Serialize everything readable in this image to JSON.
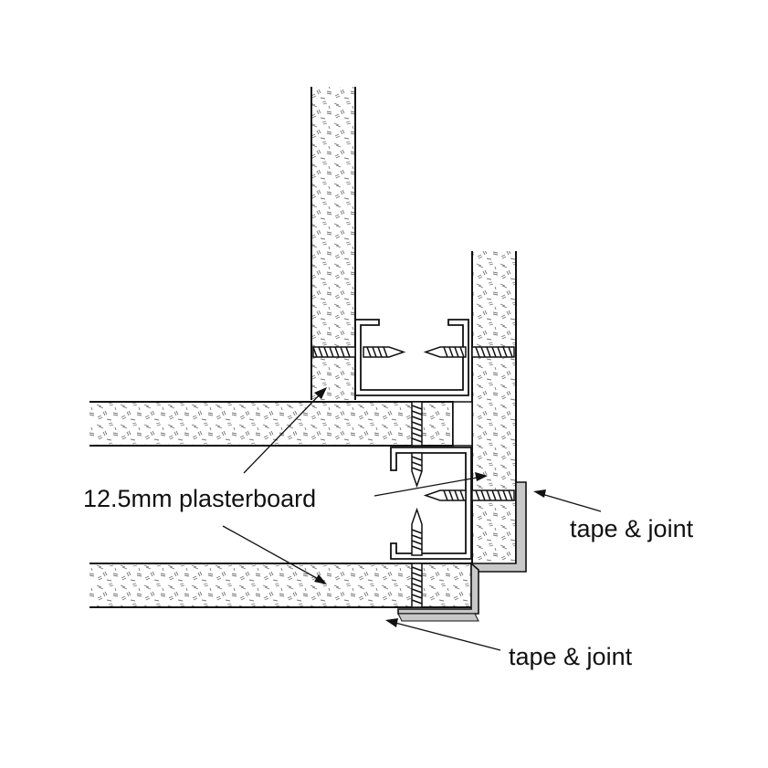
{
  "labels": {
    "plasterboard": "12.5mm plasterboard",
    "tape_joint_upper": "tape & joint",
    "tape_joint_lower": "tape & joint"
  },
  "colors": {
    "line": "#111111",
    "board_fill": "#ffffff",
    "speckle": "#777777",
    "tape_fill": "#c8c8c8",
    "background": "#ffffff"
  }
}
